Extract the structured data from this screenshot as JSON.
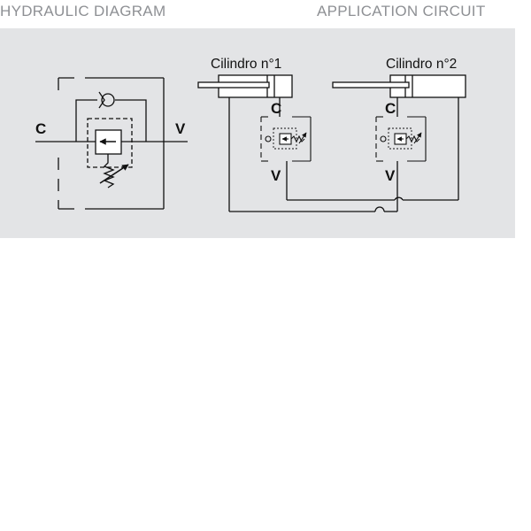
{
  "headers": {
    "hydraulic": "HYDRAULIC DIAGRAM",
    "application": "APPLICATION CIRCUIT"
  },
  "diagram": {
    "port_c": "C",
    "port_v": "V"
  },
  "circuit": {
    "cylinder_1": {
      "label": "Cilindro n°1",
      "port_c": "C",
      "port_v": "V"
    },
    "cylinder_2": {
      "label": "Cilindro n°2",
      "port_c": "C",
      "port_v": "V"
    }
  },
  "colors": {
    "panel": "#e3e4e6",
    "header_text": "#8e9094",
    "line": "#111111"
  }
}
